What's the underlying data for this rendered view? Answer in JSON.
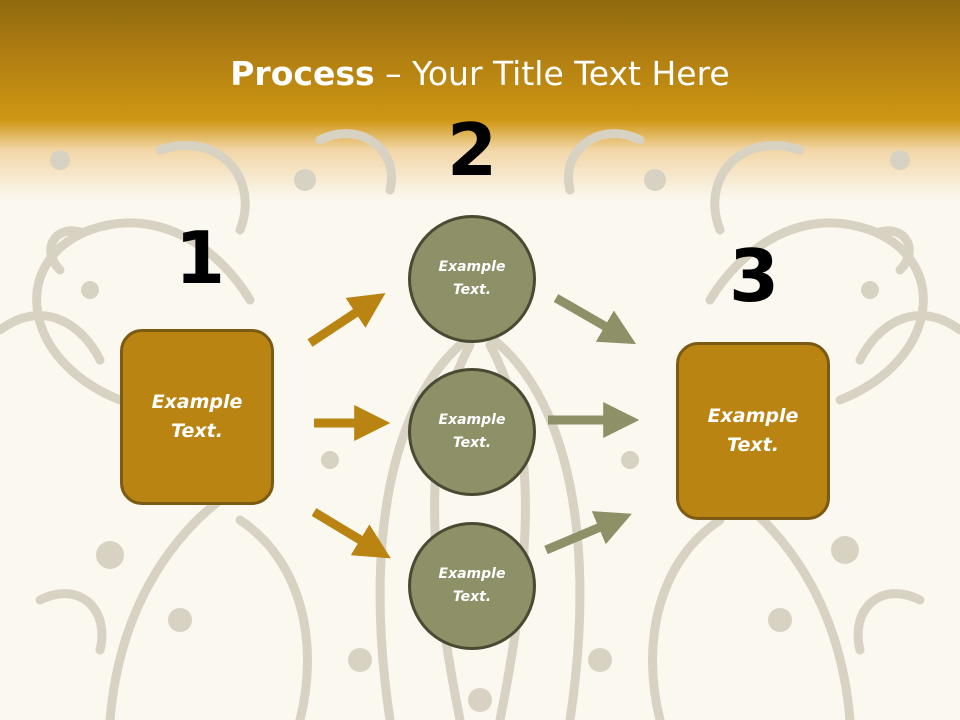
{
  "slide": {
    "title_bold": "Process",
    "title_rest": " – Your Title Text Here"
  },
  "steps": {
    "one": "1",
    "two": "2",
    "three": "3"
  },
  "nodes": {
    "left_box": "Example\nText.",
    "circle_top": "Example\nText.",
    "circle_middle": "Example\nText.",
    "circle_bottom": "Example\nText.",
    "right_box": "Example\nText."
  },
  "colors": {
    "box_fill": "#b98412",
    "circle_fill": "#8e9067",
    "arrow_gold": "#b98412",
    "arrow_olive": "#8e9067"
  }
}
